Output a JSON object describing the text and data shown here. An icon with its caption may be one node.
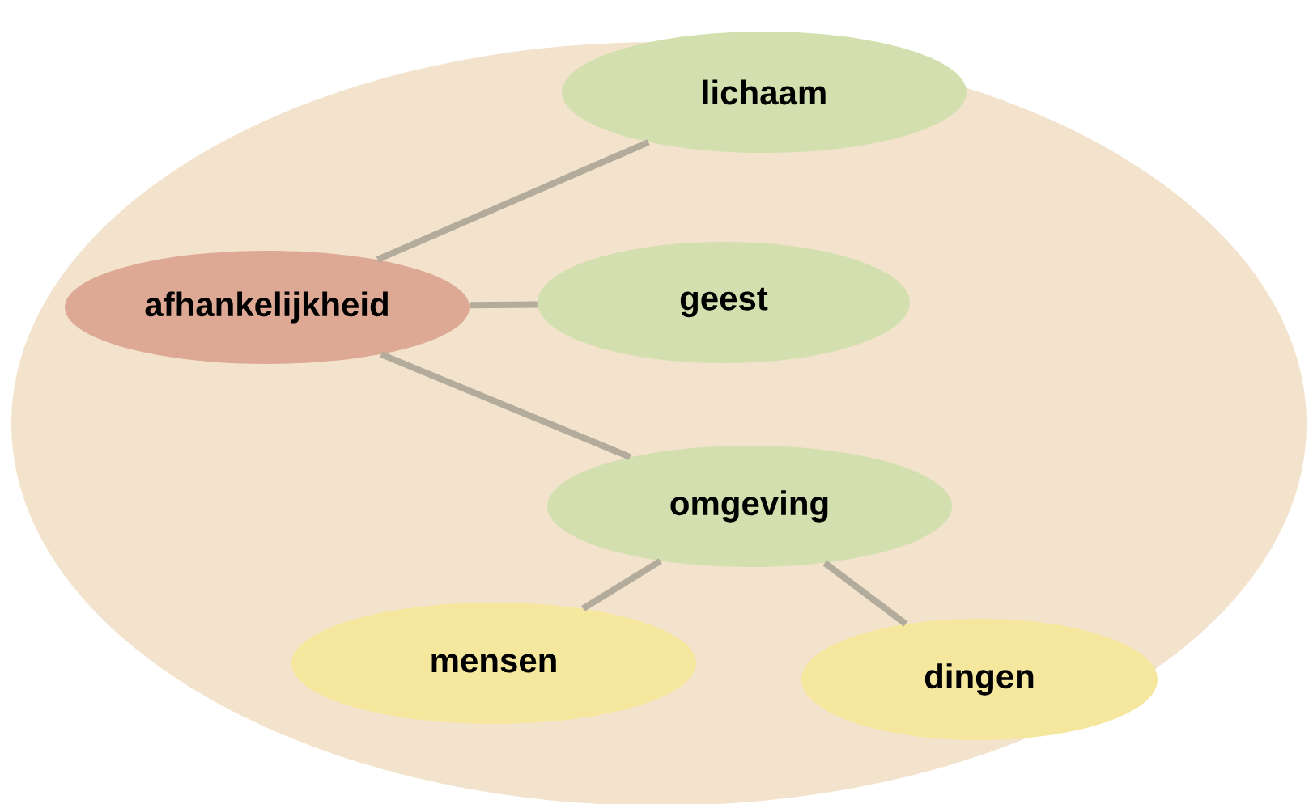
{
  "diagram": {
    "nodes": [
      {
        "text": [
          "afhankelijkheid"
        ]
      },
      {
        "text": [
          "lichaam"
        ]
      },
      {
        "text": [
          "geest"
        ]
      },
      {
        "text": [
          "omgeving"
        ]
      },
      {
        "text": [
          "mensen"
        ]
      },
      {
        "text": [
          "dingen"
        ]
      }
    ],
    "edges": [
      {
        "from": 0,
        "to": 1,
        "arrow": "none"
      },
      {
        "from": 0,
        "to": 2,
        "arrow": "none"
      },
      {
        "from": 0,
        "to": 3,
        "arrow": "none"
      },
      {
        "from": 3,
        "to": 4,
        "arrow": "none"
      },
      {
        "from": 3,
        "to": 5,
        "arrow": "none"
      }
    ]
  }
}
